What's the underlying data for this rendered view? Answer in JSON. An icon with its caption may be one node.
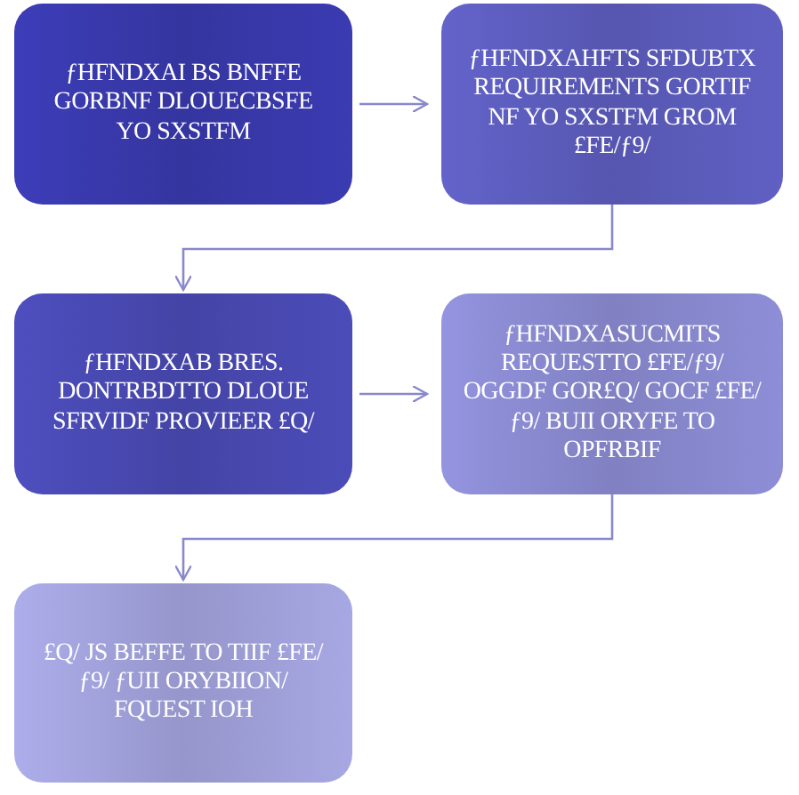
{
  "diagram": {
    "nodes": [
      {
        "text": [
          "ƒHFNDXAI BS BNFFE GORBNF DLOUECBSFE YO SXSTFM"
        ]
      },
      {
        "text": [
          "ƒHFNDXAHFTS SFDUBTX REQUIREMENTS GORTIF NF YO SXSTFM GROM £FE/ƒ9/"
        ]
      },
      {
        "text": [
          "ƒHFNDXAB BRES. DONTRBDTTO DLOUE SFRVIDF PROVIEER £Q/"
        ]
      },
      {
        "text": [
          "ƒHFNDXASUCMITS REQUESTTO £FE/ƒ9/ OGGDF GOR£Q/ GOCF £FE/ƒ9/ BUII ORYFE TO OPFRBIF"
        ]
      },
      {
        "text": [
          "£Q/ JS BEFFE TO TIIF £FE/ƒ9/ ƒUII ORYBIION/ FQUEST IOH"
        ]
      }
    ],
    "edges": [
      {
        "from": 0,
        "to": 1,
        "arrow": "to"
      },
      {
        "from": 1,
        "to": 2,
        "arrow": "to"
      },
      {
        "from": 2,
        "to": 3,
        "arrow": "to"
      },
      {
        "from": 3,
        "to": 4,
        "arrow": "to"
      }
    ]
  }
}
